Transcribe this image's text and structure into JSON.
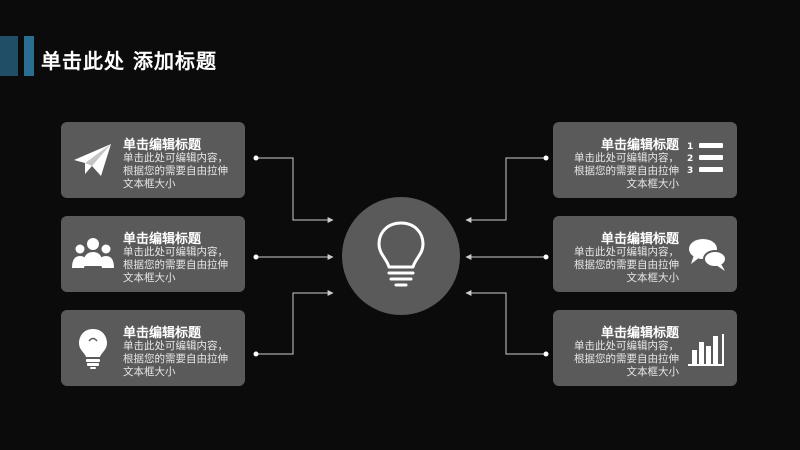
{
  "header": {
    "title": "单击此处 添加标题"
  },
  "cards": {
    "left": [
      {
        "title": "单击编辑标题",
        "desc": "单击此处可编辑内容，根据您的需要自由拉伸文本框大小",
        "icon": "paper-plane-icon"
      },
      {
        "title": "单击编辑标题",
        "desc": "单击此处可编辑内容，根据您的需要自由拉伸文本框大小",
        "icon": "users-icon"
      },
      {
        "title": "单击编辑标题",
        "desc": "单击此处可编辑内容，根据您的需要自由拉伸文本框大小",
        "icon": "lightbulb-icon"
      }
    ],
    "right": [
      {
        "title": "单击编辑标题",
        "desc": "单击此处可编辑内容，根据您的需要自由拉伸文本框大小",
        "icon": "numbered-list-icon"
      },
      {
        "title": "单击编辑标题",
        "desc": "单击此处可编辑内容，根据您的需要自由拉伸文本框大小",
        "icon": "chat-bubbles-icon"
      },
      {
        "title": "单击编辑标题",
        "desc": "单击此处可编辑内容，根据您的需要自由拉伸文本框大小",
        "icon": "bar-chart-icon"
      }
    ]
  },
  "center": {
    "icon": "lightbulb-outline-icon"
  },
  "colors": {
    "background": "#0b0b0b",
    "card": "#5a5a5a",
    "accent_dark": "#1f4e66",
    "accent_light": "#2a6f91",
    "line": "#cccccc"
  }
}
